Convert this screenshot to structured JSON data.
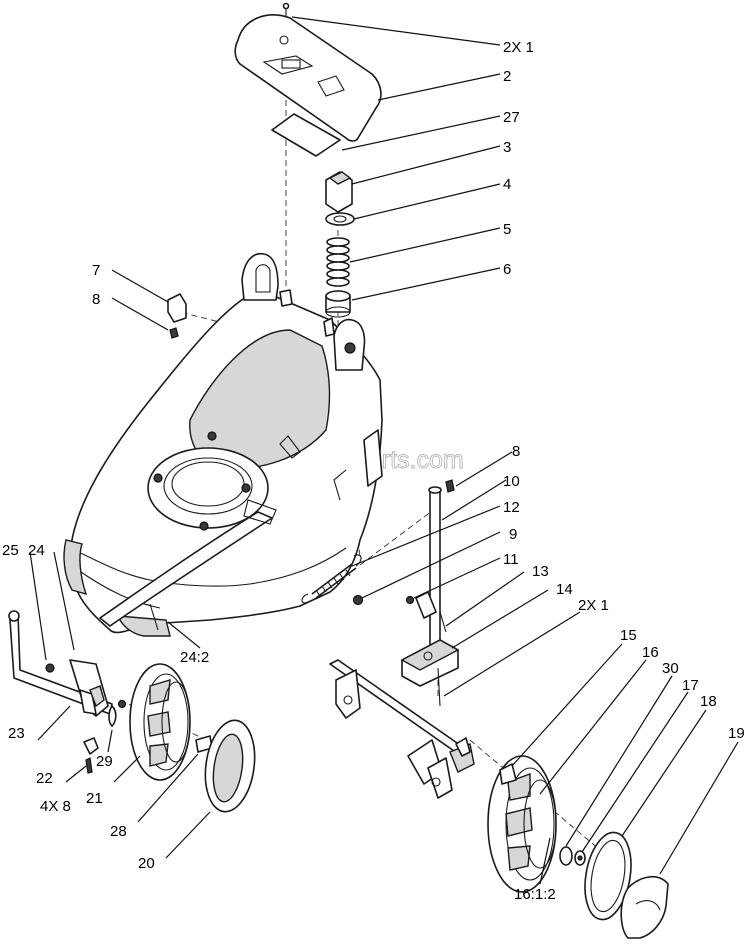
{
  "watermark": "eReplacementParts.com",
  "callouts": [
    {
      "id": "c-2x1-top",
      "text": "2X 1"
    },
    {
      "id": "c-2",
      "text": "2"
    },
    {
      "id": "c-27",
      "text": "27"
    },
    {
      "id": "c-3",
      "text": "3"
    },
    {
      "id": "c-4",
      "text": "4"
    },
    {
      "id": "c-5",
      "text": "5"
    },
    {
      "id": "c-6",
      "text": "6"
    },
    {
      "id": "c-7",
      "text": "7"
    },
    {
      "id": "c-8-left",
      "text": "8"
    },
    {
      "id": "c-8-right",
      "text": "8"
    },
    {
      "id": "c-10",
      "text": "10"
    },
    {
      "id": "c-12",
      "text": "12"
    },
    {
      "id": "c-9",
      "text": "9"
    },
    {
      "id": "c-11",
      "text": "11"
    },
    {
      "id": "c-13",
      "text": "13"
    },
    {
      "id": "c-14",
      "text": "14"
    },
    {
      "id": "c-2x1-mid",
      "text": "2X 1"
    },
    {
      "id": "c-25",
      "text": "25"
    },
    {
      "id": "c-24",
      "text": "24"
    },
    {
      "id": "c-24-2",
      "text": "24:2"
    },
    {
      "id": "c-15",
      "text": "15"
    },
    {
      "id": "c-16",
      "text": "16"
    },
    {
      "id": "c-30",
      "text": "30"
    },
    {
      "id": "c-17",
      "text": "17"
    },
    {
      "id": "c-18",
      "text": "18"
    },
    {
      "id": "c-19",
      "text": "19"
    },
    {
      "id": "c-23",
      "text": "23"
    },
    {
      "id": "c-22",
      "text": "22"
    },
    {
      "id": "c-29",
      "text": "29"
    },
    {
      "id": "c-4x8",
      "text": "4X 8"
    },
    {
      "id": "c-21",
      "text": "21"
    },
    {
      "id": "c-28",
      "text": "28"
    },
    {
      "id": "c-20",
      "text": "20"
    },
    {
      "id": "c-16-1-2",
      "text": "16:1:2"
    }
  ]
}
